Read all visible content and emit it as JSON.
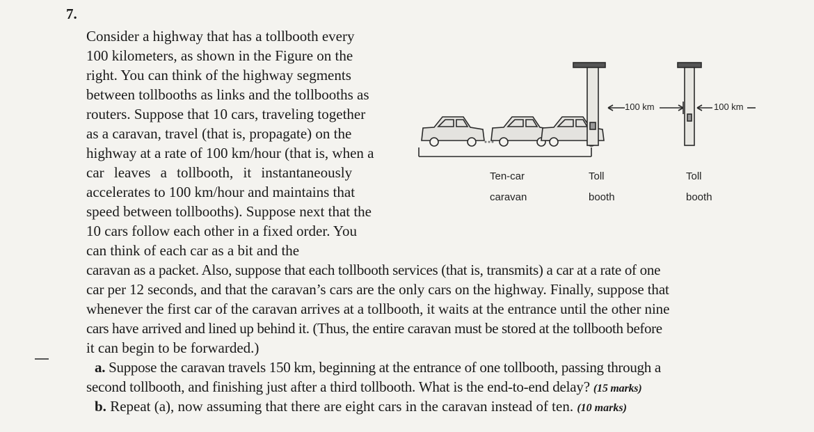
{
  "question_number": "7.",
  "body_lines": [
    "Consider a highway that has a tollbooth every",
    "100 kilometers, as shown in the Figure on the",
    "right. You can think of the highway segments",
    "between tollbooths as links and the tollbooths as",
    "routers. Suppose that 10 cars, traveling together",
    "as a caravan, travel (that is, propagate) on the",
    "highway at a rate of 100 km/hour (that is, when a",
    "car leaves a tollbooth, it instantaneously",
    "accelerates to 100 km/hour and maintains that",
    "speed between tollbooths). Suppose next that the",
    "10 cars follow each other in a fixed order. You",
    "can think of each car as a bit and the",
    "caravan as a packet. Also, suppose that each tollbooth services (that is, transmits) a car at a rate of one",
    "car per 12 seconds, and that the caravan’s cars are the only cars on the highway. Finally, suppose that",
    "whenever the first car of the caravan arrives at a tollbooth, it waits at the entrance until the other nine",
    "cars have arrived and lined up behind it. (Thus, the entire caravan must be stored at the tollbooth before",
    "it can begin to be forwarded.)"
  ],
  "part_a": {
    "label": "a.",
    "line1": "Suppose the caravan travels 150 km, beginning at the entrance of one tollbooth, passing through a",
    "line2": "second tollbooth, and finishing just after a third tollbooth. What is the end-to-end delay?",
    "marks": "(15 marks)"
  },
  "part_b": {
    "label": "b.",
    "text": "Repeat (a), now assuming that there are eight cars in the caravan instead of ten.",
    "marks": "(10 marks)"
  },
  "figure": {
    "caravan_label_1": "Ten-car",
    "caravan_label_2": "caravan",
    "toll1_label_1": "Toll",
    "toll1_label_2": "booth",
    "toll2_label_1": "Toll",
    "toll2_label_2": "booth",
    "distance_1": "100 km",
    "distance_2": "100 km"
  }
}
